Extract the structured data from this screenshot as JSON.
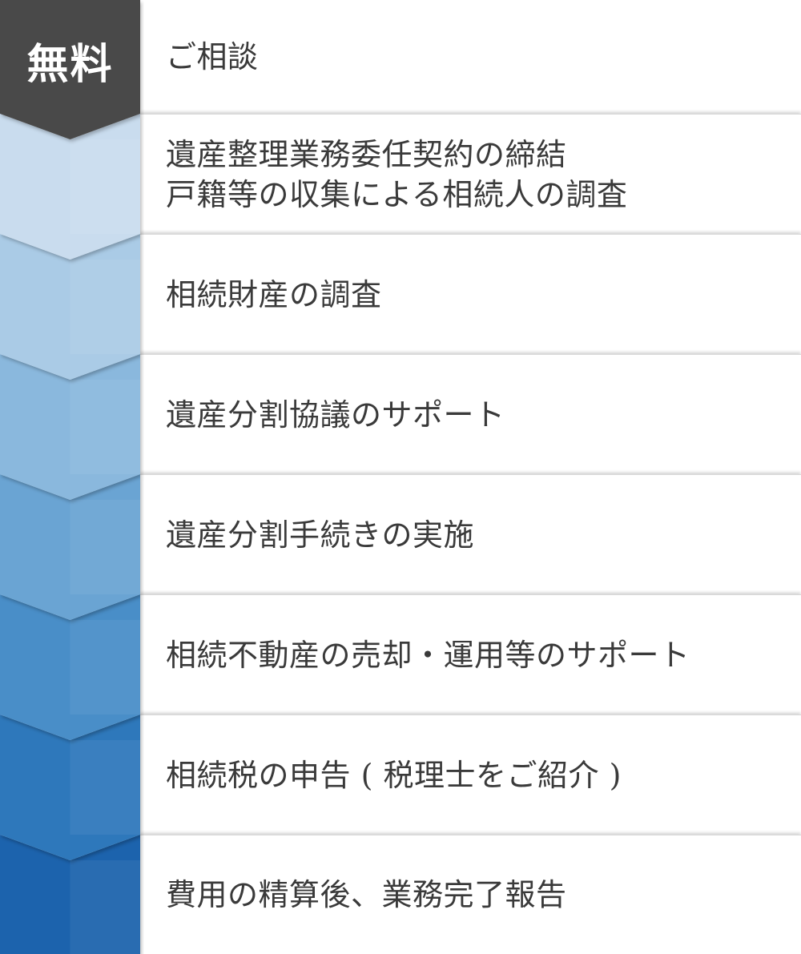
{
  "badge": {
    "label": "無料",
    "color": "#4a4a4a"
  },
  "steps": [
    {
      "text": "ご相談"
    },
    {
      "text": "遺産整理業務委任契約の締結\n戸籍等の収集による相続人の調査"
    },
    {
      "text": "相続財産の調査"
    },
    {
      "text": "遺産分割協議のサポート"
    },
    {
      "text": "遺産分割手続きの実施"
    },
    {
      "text": "相続不動産の売却・運用等のサポート"
    },
    {
      "text": "相続税の申告 ( 税理士をご紹介 )"
    },
    {
      "text": "費用の精算後、業務完了報告"
    }
  ],
  "colors": {
    "step_fills": [
      "#e8eef6",
      "#c9dcee",
      "#aacbe6",
      "#8ab8dd",
      "#6aa4d3",
      "#4a8ec8",
      "#2f78bb",
      "#1a64ad"
    ]
  }
}
